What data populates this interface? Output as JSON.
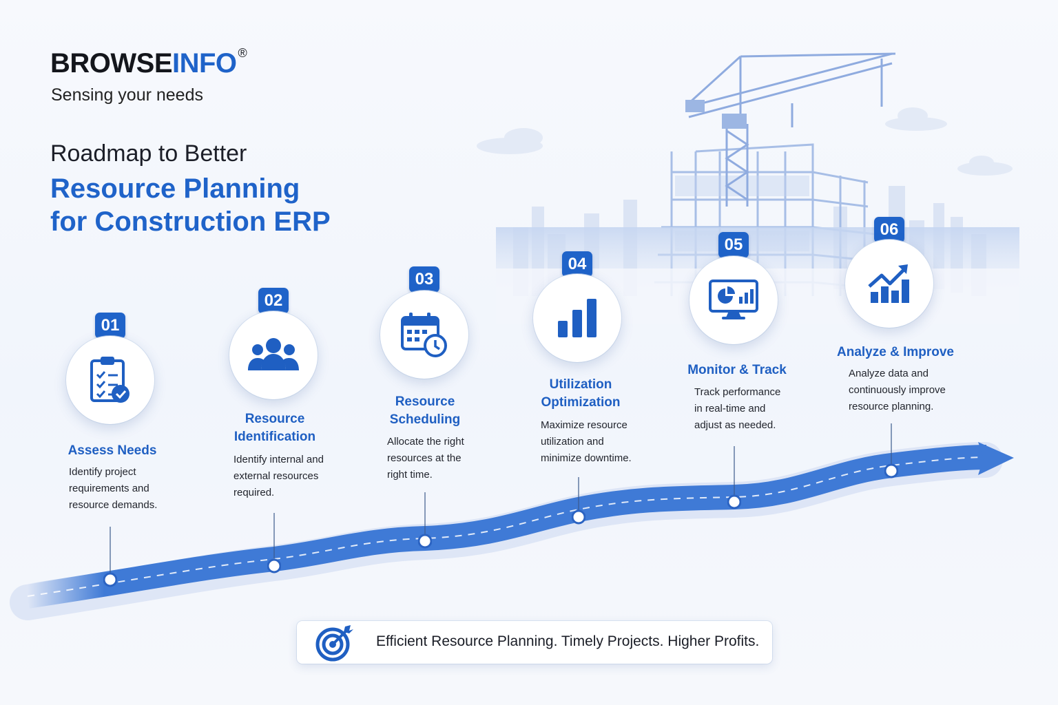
{
  "brand": {
    "name_dark": "BROWSE",
    "name_blue": "INFO",
    "registered": "®",
    "tagline": "Sensing your needs"
  },
  "title": {
    "line1": "Roadmap to Better",
    "line2": "Resource Planning",
    "line3": "for Construction ERP"
  },
  "steps": [
    {
      "number": "01",
      "title": "Assess Needs",
      "description": "Identify project\nrequirements and\nresource demands.",
      "icon": "clipboard-check-icon"
    },
    {
      "number": "02",
      "title": "Resource\nIdentification",
      "description": "Identify internal and\nexternal resources\nrequired.",
      "icon": "team-icon"
    },
    {
      "number": "03",
      "title": "Resource\nScheduling",
      "description": "Allocate the right\nresources at the\nright time.",
      "icon": "calendar-clock-icon"
    },
    {
      "number": "04",
      "title": "Utilization\nOptimization",
      "description": "Maximize resource\nutilization and\nminimize downtime.",
      "icon": "bar-chart-icon"
    },
    {
      "number": "05",
      "title": "Monitor & Track",
      "description": "Track performance\nin real-time and\nadjust as needed.",
      "icon": "monitor-dashboard-icon"
    },
    {
      "number": "06",
      "title": "Analyze & Improve",
      "description": "Analyze data and\ncontinuously improve\nresource planning.",
      "icon": "trend-up-icon"
    }
  ],
  "banner": {
    "text": "Efficient Resource Planning. Timely Projects. Higher Profits.",
    "icon": "target-icon"
  },
  "colors": {
    "accent": "#1f63c9",
    "road": "#3f7ad6",
    "text": "#1a1d26"
  }
}
